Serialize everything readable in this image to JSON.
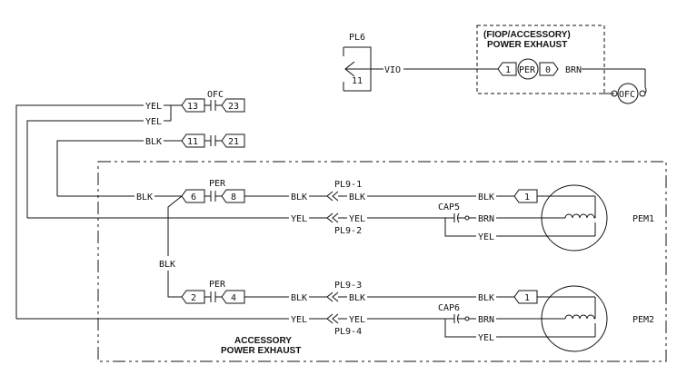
{
  "plug_pl6": {
    "label": "PL6",
    "pin": "11"
  },
  "fiop_box": {
    "line1": "(FIOP/ACCESSORY)",
    "line2": "POWER EXHAUST"
  },
  "top_circuit": {
    "wire_vio": "VIO",
    "pin_1": "1",
    "relay": "PER",
    "pin_0": "0",
    "wire_brn": "BRN",
    "fan_relay": "OFC"
  },
  "ofc_contacts": {
    "label": "OFC",
    "row1_wire_a": "YEL",
    "row1_pin_a": "13",
    "row1_pin_b": "23",
    "row2_wire": "YEL",
    "row3_wire": "BLK",
    "row3_pin_a": "11",
    "row3_pin_b": "21"
  },
  "pem1": {
    "wire_in": "BLK",
    "per_label": "PER",
    "pin_a": "6",
    "pin_b": "8",
    "wire_mid": "BLK",
    "plug_top": "PL9-1",
    "wire_out_top": "BLK",
    "wire_yel_in": "YEL",
    "plug_bottom": "PL9-2",
    "wire_yel_out": "YEL",
    "cap": "CAP5",
    "motor_blk": "BLK",
    "motor_pin": "1",
    "motor_brn": "BRN",
    "motor_yel": "YEL",
    "motor_label": "PEM1"
  },
  "jumper_wire": "BLK",
  "pem2": {
    "per_label": "PER",
    "pin_a": "2",
    "pin_b": "4",
    "wire_mid": "BLK",
    "plug_top": "PL9-3",
    "wire_out_top": "BLK",
    "wire_yel_in": "YEL",
    "plug_bottom": "PL9-4",
    "wire_yel_out": "YEL",
    "cap": "CAP6",
    "motor_blk": "BLK",
    "motor_pin": "1",
    "motor_brn": "BRN",
    "motor_yel": "YEL",
    "motor_label": "PEM2"
  },
  "accessory_box": {
    "line1": "ACCESSORY",
    "line2": "POWER EXHAUST"
  }
}
